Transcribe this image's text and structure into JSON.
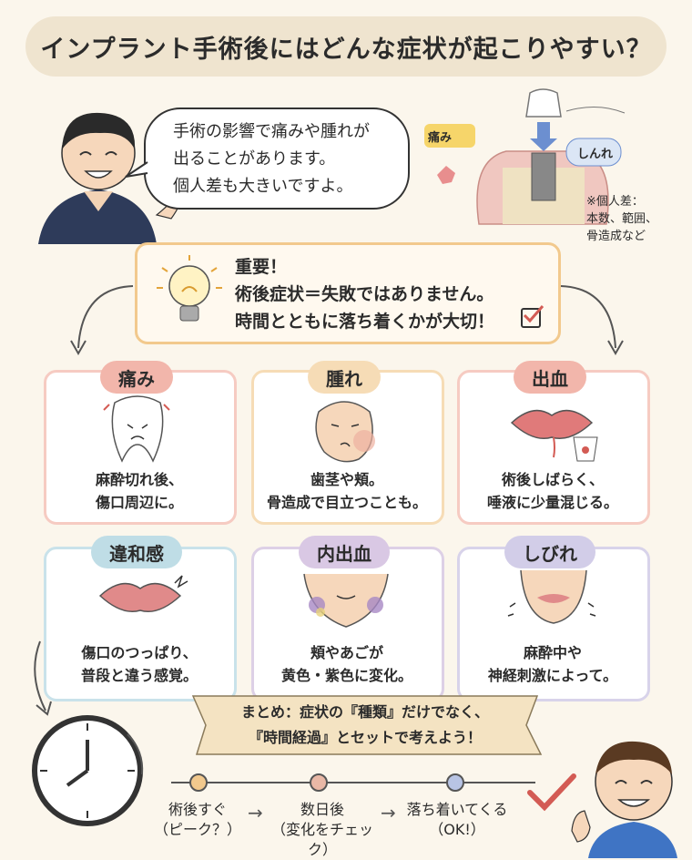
{
  "title": "インプラント手術後にはどんな症状が起こりやすい？",
  "doctor_bubble": [
    "手術の影響で痛みや腫れが",
    "出ることがあります。",
    "個人差も大きいですよ。"
  ],
  "diagram": {
    "pain_label": "痛み",
    "numb_label": "しんれ"
  },
  "note": [
    "※個人差：",
    "本数、範囲、",
    "骨造成など"
  ],
  "important": [
    "重要！",
    "術後症状＝失敗ではありません。",
    "時間とともに落ち着くかが大切！"
  ],
  "cards": [
    {
      "label": "痛み",
      "lines": [
        "麻酔切れ後、",
        "傷口周辺に。"
      ],
      "color": "#f2b6ab",
      "border": "#f6cbc2"
    },
    {
      "label": "腫れ",
      "lines": [
        "歯茎や頬。",
        "骨造成で目立つことも。"
      ],
      "color": "#f6dcb6",
      "border": "#f6dcb6"
    },
    {
      "label": "出血",
      "lines": [
        "術後しばらく、",
        "唾液に少量混じる。"
      ],
      "color": "#f2b6ab",
      "border": "#f6cbc2"
    },
    {
      "label": "違和感",
      "lines": [
        "傷口のつっぱり、",
        "普段と違う感覚。"
      ],
      "color": "#bfdde6",
      "border": "#c9e2ea"
    },
    {
      "label": "内出血",
      "lines": [
        "頬やあごが",
        "黄色・紫色に変化。"
      ],
      "color": "#d9c8e4",
      "border": "#ddd0e6"
    },
    {
      "label": "しびれ",
      "lines": [
        "麻酔中や",
        "神経刺激によって。"
      ],
      "color": "#d2cde8",
      "border": "#d8d3ea"
    }
  ],
  "summary": [
    "まとめ：症状の『種類』だけでなく、",
    "『時間経過』とセットで考えよう！"
  ],
  "timeline": [
    {
      "lines": [
        "術後すぐ",
        "（ピーク？）"
      ],
      "color": "#f2c98d"
    },
    {
      "lines": [
        "数日後",
        "（変化をチェック）"
      ],
      "color": "#e9b8a6"
    },
    {
      "lines": [
        "落ち着いてくる",
        "（OK!）"
      ],
      "color": "#b8c4e4"
    }
  ]
}
